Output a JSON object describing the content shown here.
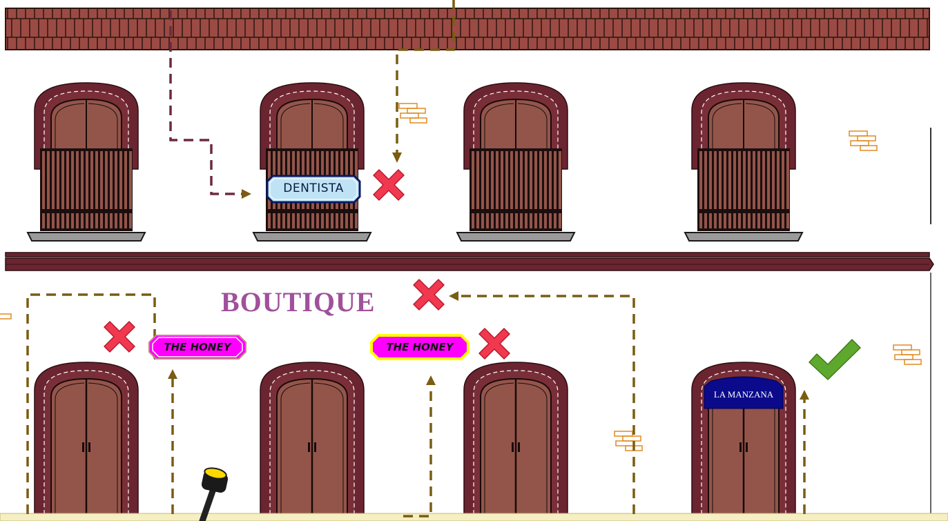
{
  "signs": {
    "dentista": "DENTISTA",
    "honey_left": "THE HONEY",
    "honey_right": "THE HONEY",
    "manzana": "LA MANZANA",
    "boutique": "BOUTIQUE"
  },
  "colors": {
    "wall": "#ffffff",
    "roof_tile": "#9b4b44",
    "roof_line": "#2d1410",
    "door_frame": "#6b2530",
    "door_panel": "#93554a",
    "balcony_rail": "#1c0e0e",
    "ledge": "#6b2530",
    "dentista_fill": "#bfe3f5",
    "honey_fill": "#ff00ff",
    "honey_border": "#ffff00",
    "manzana_fill": "#0a0a8a",
    "boutique_text": "#a0509c",
    "wrong_mark": "#f0384f",
    "right_mark": "#5fa82e",
    "path_line": "#7a5c12",
    "brick_outline": "#e08a20",
    "lamp_head": "#ffd800",
    "ground": "#f5efc3"
  },
  "marks": {
    "wrong_icon": "cross-icon",
    "right_icon": "check-icon"
  }
}
